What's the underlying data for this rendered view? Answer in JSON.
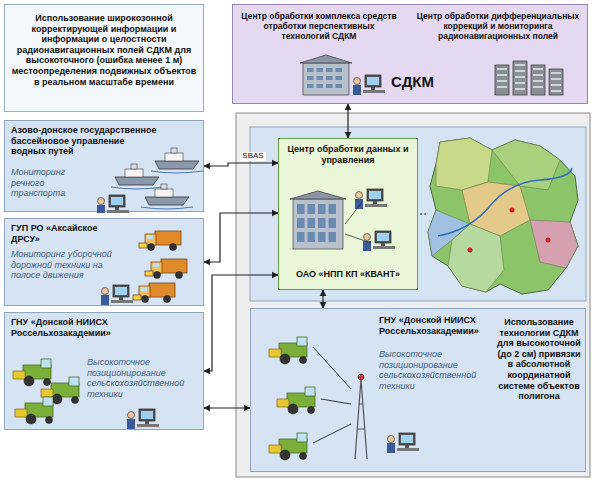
{
  "diagram": {
    "nodes": [
      {
        "text": [
          "Использование широкозонной корректирующей информации и информации о целостности радионавигационных полей СДКМ для высокоточного (ошибка менее 1 м) местоопределения подвижных объектов в реальном масштабе времени"
        ]
      },
      {
        "text": [
          "Центр обработки комплекса средств отработки перспективных технологий СДКМ",
          "Центр обработки дифференциальных коррекций и мониторинга радионавигационных полей",
          "СДКМ"
        ]
      },
      {
        "text": [
          "Азово-донское государственное бассейновое управление водных путей",
          "Мониторинг речного транспорта"
        ]
      },
      {
        "text": [
          "ГУП РО «Аксайское ДРСУ»",
          "Мониторинг уборочной дорожной техники на полосе движения"
        ]
      },
      {
        "text": [
          "ГНУ «Донской НИИСХ Россельхозакадемии»",
          "Высокоточное позиционирование сельскохозяйственной техники"
        ]
      },
      {
        "text": [
          "Центр обработки данных и управления",
          "ОАО «НПП КП «КВАНТ»"
        ]
      },
      {
        "text": [
          "ГНУ «Донской НИИСХ Россельхозакадемии»",
          "Высокоточное позиционирование сельскохозяйственной техники",
          "Использование технологии СДКМ для высокоточной (до 2 см) привязки в абсолютной координатной системе объектов полигона"
        ]
      }
    ],
    "edges": [
      {
        "from": 1,
        "to": 5,
        "arrow": "both"
      },
      {
        "from": 5,
        "to": 2,
        "label": "SBAS",
        "arrow": "both"
      },
      {
        "from": 5,
        "to": 3,
        "arrow": "both"
      },
      {
        "from": 5,
        "to": 4,
        "arrow": "both"
      },
      {
        "from": 5,
        "to": 6,
        "arrow": "both"
      },
      {
        "from": 4,
        "to": 6,
        "arrow": "both"
      }
    ]
  }
}
